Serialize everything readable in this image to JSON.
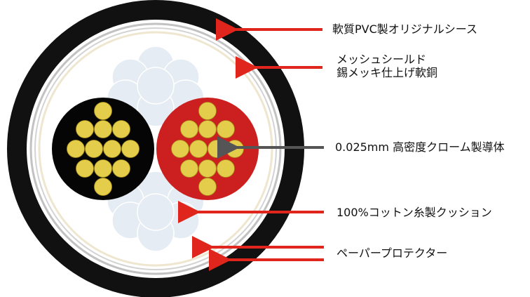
{
  "labels": {
    "sheath": "軟質PVC製オリジナルシース",
    "shield_line1": "メッシュシールド",
    "shield_line2": "錫メッキ仕上げ軟銅",
    "conductor": "0.025mm 高密度クローム製導体",
    "cushion": "100%コットン糸製クッション",
    "paper": "ペーパープロテクター"
  },
  "colors": {
    "sheath": "#111111",
    "shield_ring": "#bdbdbd",
    "paper_ring": "#efe6cf",
    "cushion": "#e5ebf2",
    "conductor_strand": "#e3cd4a",
    "core_black": "#050505",
    "core_red": "#cc1f1f",
    "arrow_red": "#e0261c",
    "arrow_gray": "#555555"
  }
}
